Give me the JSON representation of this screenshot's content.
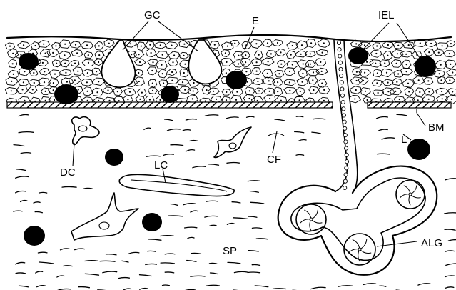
{
  "labels": {
    "gc": "GC",
    "e": "E",
    "iel": "IEL",
    "bm": "BM",
    "l": "L",
    "cf": "CF",
    "dc": "DC",
    "lc": "LC",
    "sp": "SP",
    "alg": "ALG"
  }
}
